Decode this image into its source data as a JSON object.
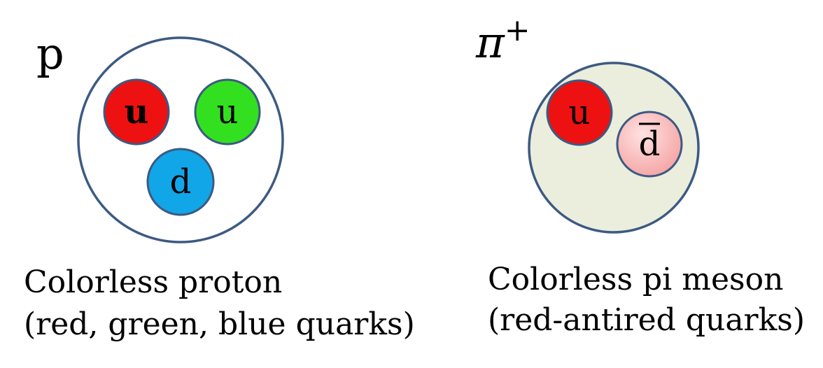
{
  "proton": {
    "symbol": "p",
    "outer_fill": "#ffffff",
    "outline": "#3c5a82",
    "quarks": [
      {
        "label": "u",
        "fill": "#ee1111",
        "bold": true
      },
      {
        "label": "u",
        "fill": "#33e01f",
        "bold": false
      },
      {
        "label": "d",
        "fill": "#11a6e8",
        "bold": false
      }
    ],
    "caption_line1": "Colorless proton",
    "caption_line2": "(red, green, blue quarks)"
  },
  "pion": {
    "symbol": "π",
    "symbol_sup": "+",
    "outer_fill": "#ebeedd",
    "outline": "#3c5a82",
    "quarks": [
      {
        "label": "u",
        "fill": "#ee1111"
      },
      {
        "label": "d",
        "fill": "#f5a3a3",
        "antiparticle": true
      }
    ],
    "caption_line1": "Colorless pi meson",
    "caption_line2": "(red-antired quarks)"
  }
}
